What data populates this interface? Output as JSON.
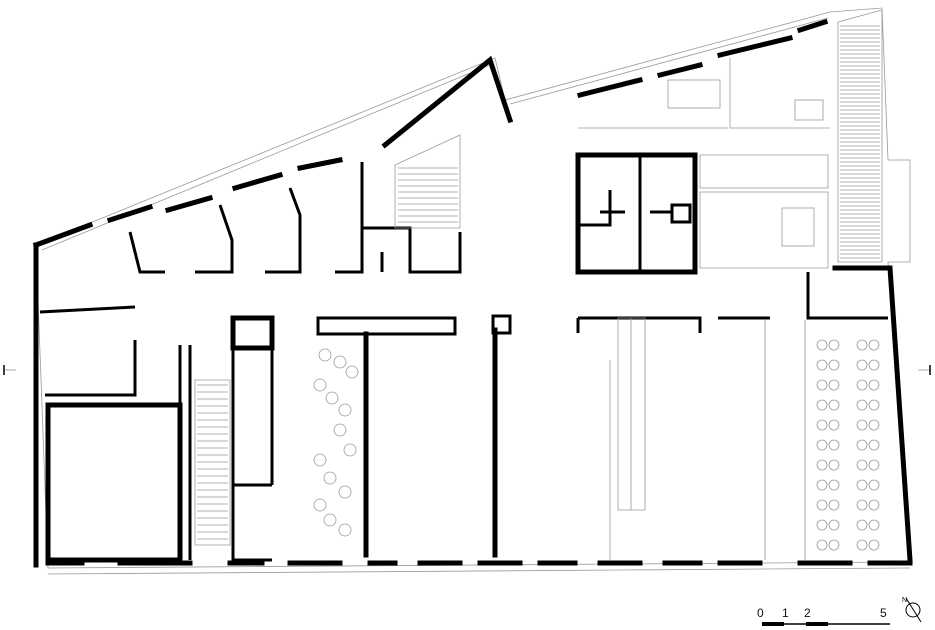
{
  "drawing": {
    "type": "architectural floor plan",
    "scale_bar": {
      "labels": [
        "0",
        "1",
        "2",
        "5"
      ]
    },
    "north_arrow": {
      "label": "N"
    }
  }
}
